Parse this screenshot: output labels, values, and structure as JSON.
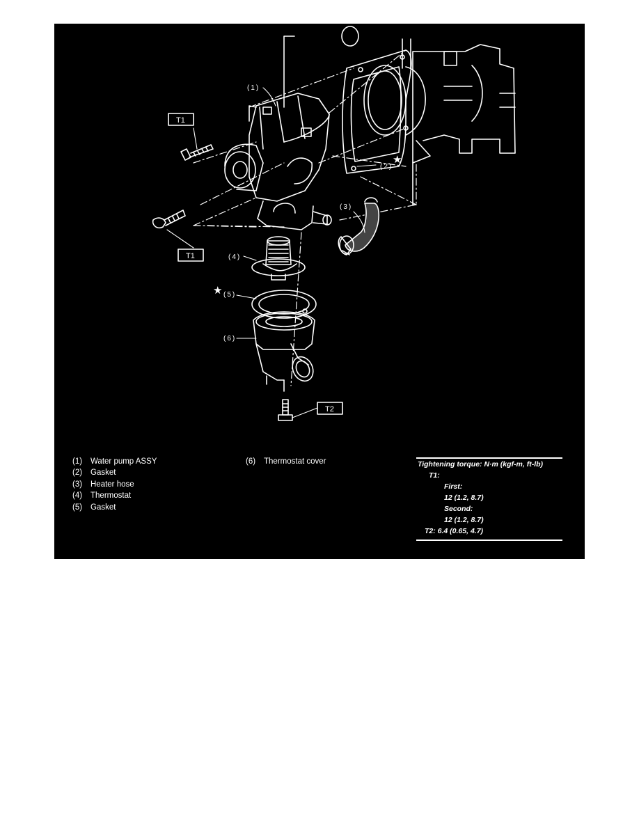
{
  "figure": {
    "callouts": {
      "c1": "(1)",
      "c2": "(2)",
      "c3": "(3)",
      "c4": "(4)",
      "c5": "(5)",
      "c6": "(6)"
    },
    "torque_tags": {
      "t1_upper": "T1",
      "t1_lower": "T1",
      "t2": "T2"
    },
    "replace_mark": "★"
  },
  "legend": {
    "items": [
      {
        "num": "(1)",
        "label": "Water pump ASSY"
      },
      {
        "num": "(2)",
        "label": "Gasket"
      },
      {
        "num": "(3)",
        "label": "Heater hose"
      },
      {
        "num": "(4)",
        "label": "Thermostat"
      },
      {
        "num": "(5)",
        "label": "Gasket"
      },
      {
        "num": "(6)",
        "label": "Thermostat cover"
      }
    ]
  },
  "torque": {
    "title": "Tightening torque: N·m (kgf-m, ft-lb)",
    "t1_label": "T1:",
    "first_label": "First:",
    "first_value": "12 (1.2, 8.7)",
    "second_label": "Second:",
    "second_value": "12 (1.2, 8.7)",
    "t2_line": "T2: 6.4 (0.65, 4.7)"
  },
  "colors": {
    "background": "#000000",
    "ink": "#ffffff",
    "page": "#ffffff"
  }
}
